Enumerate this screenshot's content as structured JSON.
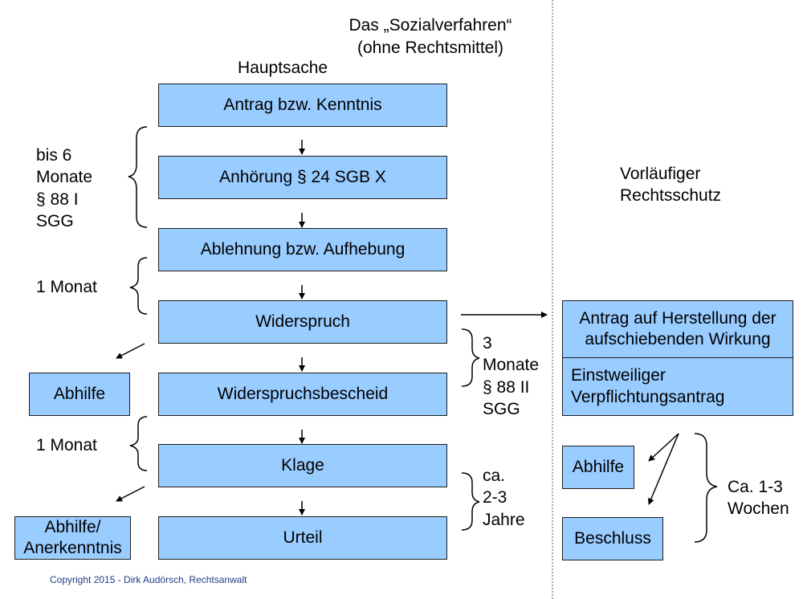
{
  "header": {
    "title": "Das „Sozialverfahren“",
    "subtitle": "(ohne Rechtsmittel)",
    "main_column_title": "Hauptsache",
    "side_column_title": "Vorläufiger\nRechtsschutz"
  },
  "main_steps": [
    "Antrag bzw. Kenntnis",
    "Anhörung § 24 SGB X",
    "Ablehnung bzw. Aufhebung",
    "Widerspruch",
    "Widerspruchsbescheid",
    "Klage",
    "Urteil"
  ],
  "left_outcomes": {
    "abhilfe": "Abhilfe",
    "abhilfe_anerkenntnis": "Abhilfe/\nAnerkenntnis"
  },
  "time_notes": {
    "bis_6_monate": "bis 6\nMonate\n§ 88 I\nSGG",
    "ein_monat_1": "1 Monat",
    "ein_monat_2": "1 Monat",
    "drei_monate": "3\nMonate\n§ 88 II\nSGG",
    "zwei_drei_jahre": "ca.\n2-3\nJahre",
    "ein_drei_wochen": "Ca. 1-3\nWochen"
  },
  "side_steps": {
    "antrag_herstellung": "Antrag auf Herstellung der aufschiebenden  Wirkung",
    "einstweiliger": "Einstweiliger\nVerpflichtungsantrag",
    "abhilfe": "Abhilfe",
    "beschluss": "Beschluss"
  },
  "footer": {
    "copyright": "Copyright  2015 - Dirk Audörsch, Rechtsanwalt"
  },
  "colors": {
    "box_fill": "#99ccff",
    "box_border": "#1f1f1f",
    "copyright_text": "#1f3d8a"
  }
}
